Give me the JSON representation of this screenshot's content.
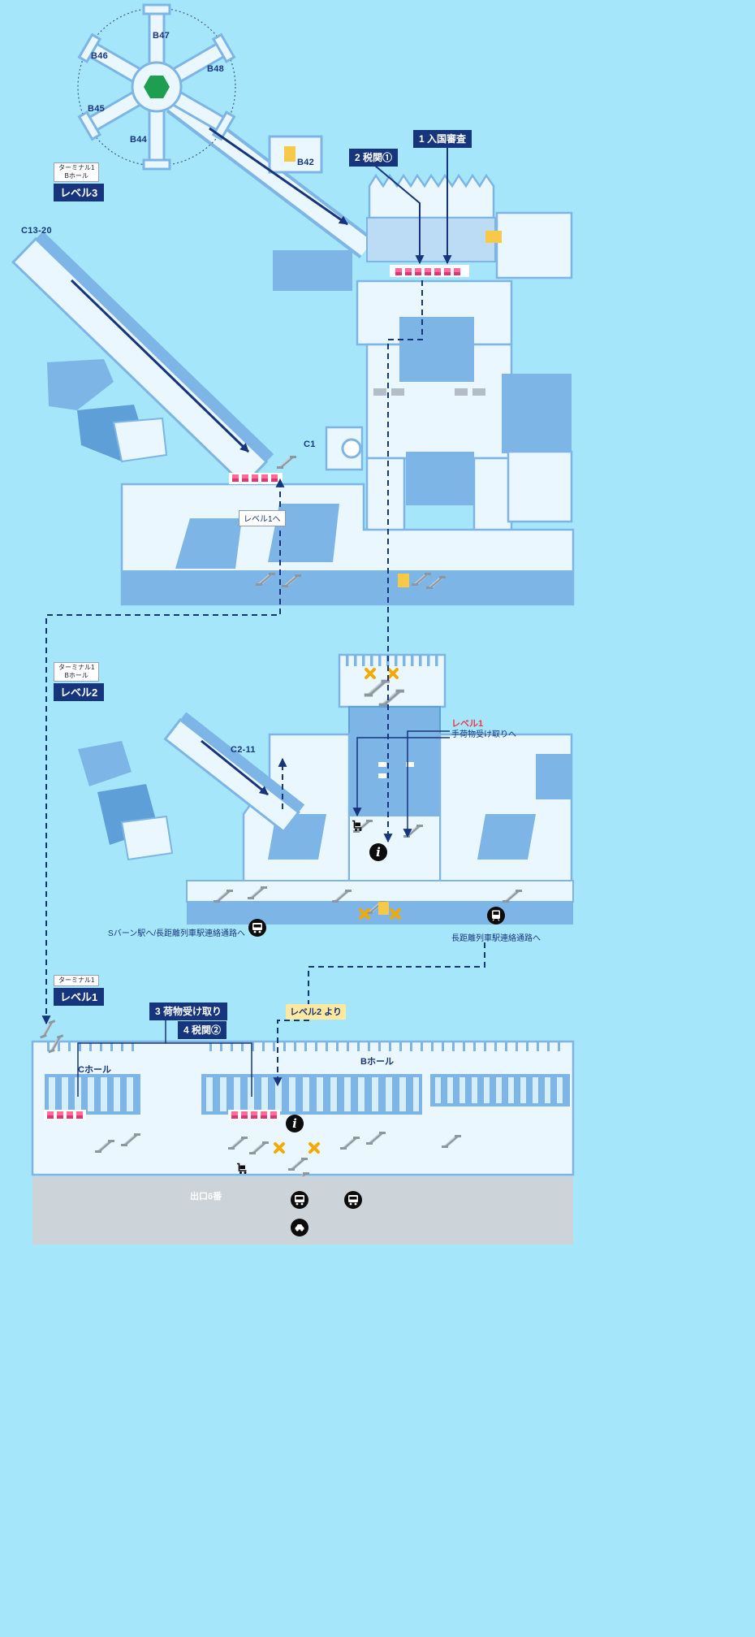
{
  "colors": {
    "background": "#a6e6fb",
    "building_light": "#eaf7fe",
    "building_mid": "#7cb5e6",
    "building_deep": "#5e9fd8",
    "navy": "#17357d",
    "pink_booth": "#ff6b9c",
    "yellow": "#f7c948",
    "warning_x": "#f2a900",
    "green_core": "#1e9e50",
    "road_gray": "#ccd3d9",
    "red_note": "#e63950"
  },
  "level3": {
    "terminal_tag": [
      "ターミナル1",
      "Bホール"
    ],
    "level_tag": "レベル3",
    "gates": {
      "b47": "B47",
      "b46": "B46",
      "b48": "B48",
      "b45": "B45",
      "b44": "B44",
      "b42": "B42",
      "c13_20": "C13-20",
      "c1": "C1"
    },
    "badge_immigration": "1 入国審査",
    "badge_customs1": "2 税関①",
    "note_to_level1": "レベル1へ"
  },
  "level2": {
    "terminal_tag": [
      "ターミナル1",
      "Bホール"
    ],
    "level_tag": "レベル2",
    "gate_c2_11": "C2-11",
    "baggage_note_line1": "レベル1",
    "baggage_note_line2": "手荷物受け取りへ",
    "sbahn_label": "Sバーン駅へ/長距離列車駅連絡通路へ",
    "train_label": "長距離列車駅連絡通路へ"
  },
  "level1": {
    "terminal_tag": [
      "ターミナル1"
    ],
    "level_tag": "レベル1",
    "badge_baggage": "3 荷物受け取り",
    "badge_customs2": "4 税関②",
    "note_from_level2": "レベル2 より",
    "hall_b": "Bホール",
    "hall_c": "Cホール",
    "exit_label": "出口6番"
  },
  "glyphs": {
    "info": "i"
  }
}
